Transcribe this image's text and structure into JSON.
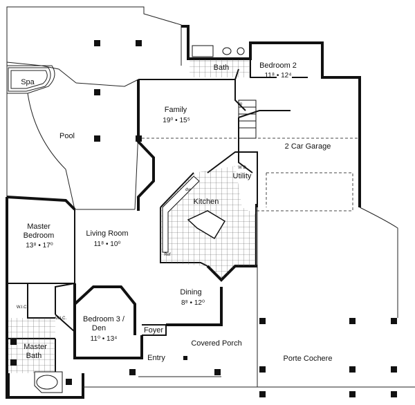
{
  "rooms": {
    "spa": "Spa",
    "pool": "Pool",
    "bath": "Bath",
    "bedroom2": {
      "name": "Bedroom 2",
      "dims": "11⁸ • 12⁴"
    },
    "family": {
      "name": "Family",
      "dims": "19⁰ • 15⁵"
    },
    "garage": "2 Car Garage",
    "utility": "Utility",
    "kitchen": "Kitchen",
    "master_bedroom": {
      "name_line1": "Master",
      "name_line2": "Bedroom",
      "dims": "13⁸ • 17⁰"
    },
    "living_room": {
      "name": "Living Room",
      "dims": "11⁸ • 10⁰"
    },
    "dining": {
      "name": "Dining",
      "dims": "8⁸ • 12⁰"
    },
    "bedroom3": {
      "name_line1": "Bedroom 3 /",
      "name_line2": "Den",
      "dims": "11⁰ • 13⁴"
    },
    "foyer": "Foyer",
    "covered_porch": "Covered Porch",
    "master_bath": {
      "line1": "Master",
      "line2": "Bath"
    },
    "entry": "Entry",
    "porte_cochere": "Porte Cochere"
  },
  "fixtures": {
    "wic": "W.I.C.",
    "ref": "Ref",
    "dw": "dw",
    "up": "up",
    "wd": "W D"
  }
}
